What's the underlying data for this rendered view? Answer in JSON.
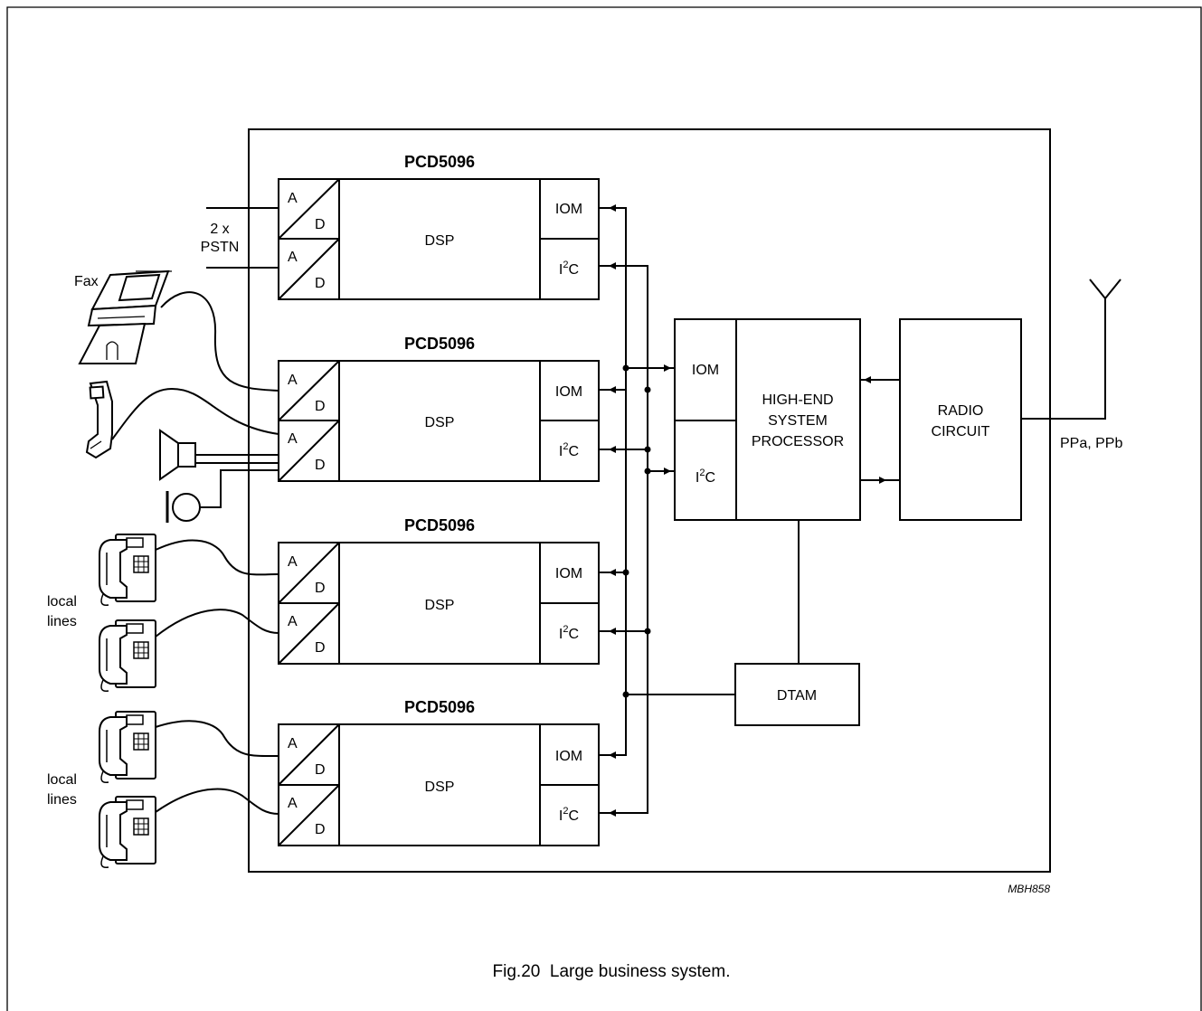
{
  "chip_label": "PCD5096",
  "converter": {
    "a": "A",
    "d": "D"
  },
  "dsp_label": "DSP",
  "iom_label": "IOM",
  "i2c": {
    "i": "I",
    "sup": "2",
    "c": "C"
  },
  "pstn_label": {
    "line1": "2 x",
    "line2": "PSTN"
  },
  "fax_label": "Fax",
  "local_lines_label": {
    "line1": "local",
    "line2": "lines"
  },
  "processor_label": {
    "line1": "HIGH-END",
    "line2": "SYSTEM",
    "line3": "PROCESSOR"
  },
  "radio_label": {
    "line1": "RADIO",
    "line2": "CIRCUIT"
  },
  "dtam_label": "DTAM",
  "antenna_label": "PPa, PPb",
  "figure_code": "MBH858",
  "caption": "Fig.20  Large business system."
}
